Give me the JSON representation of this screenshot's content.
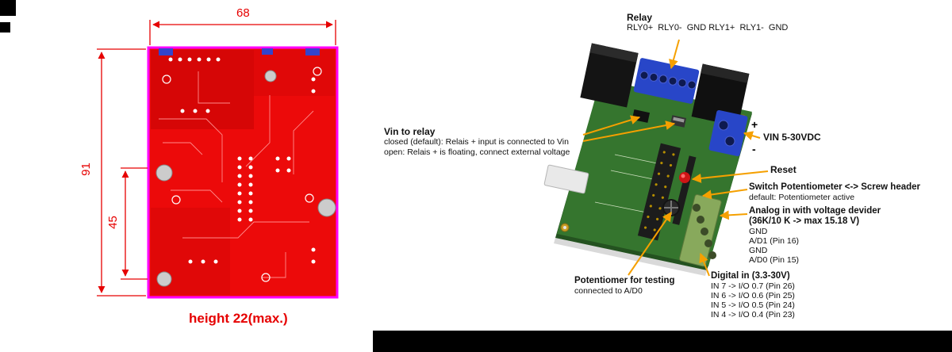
{
  "colors": {
    "pcb_red": "#ec0a0a",
    "board_outline_magenta": "#ff00ff",
    "dimension_red": "#e60000",
    "arrow_orange": "#f5a000",
    "board_green": "#35752e",
    "terminal_blue": "#2846c8"
  },
  "left_panel": {
    "dim_width_label": "68",
    "dim_height_label": "91",
    "dim_hole_spacing_label": "45",
    "height_note": "height 22(max.)"
  },
  "annotations": {
    "relay": {
      "title": "Relay",
      "pins": "RLY0+  RLY0-  GND RLY1+  RLY1-  GND"
    },
    "vin_to_relay": {
      "title": "Vin to relay",
      "line1": "closed (default): Relais + input is connected to Vin",
      "line2": "open: Relais + is floating, connect external voltage"
    },
    "vin": {
      "title": "VIN 5-30VDC",
      "plus": "+",
      "minus": "-"
    },
    "reset": {
      "title": "Reset"
    },
    "switch_potentiometer": {
      "title": "Switch Potentiometer <-> Screw header",
      "line1": "default: Potentiometer active"
    },
    "analog_in": {
      "title": "Analog in with voltage devider",
      "subtitle": "(36K/10 K -> max 15.18 V)",
      "lines": [
        "GND",
        "A/D1 (Pin 16)",
        "GND",
        "A/D0 (Pin 15)"
      ]
    },
    "potentiometer": {
      "title": "Potentiomer for testing",
      "line1": "connected to A/D0"
    },
    "digital_in": {
      "title": "Digital in (3.3-30V)",
      "lines": [
        "IN 7 -> I/O 0.7 (Pin 26)",
        "IN 6 -> I/O 0.6 (Pin 25)",
        "IN 5 -> I/O 0.5 (Pin 24)",
        "IN 4 -> I/O 0.4 (Pin 23)"
      ]
    }
  }
}
